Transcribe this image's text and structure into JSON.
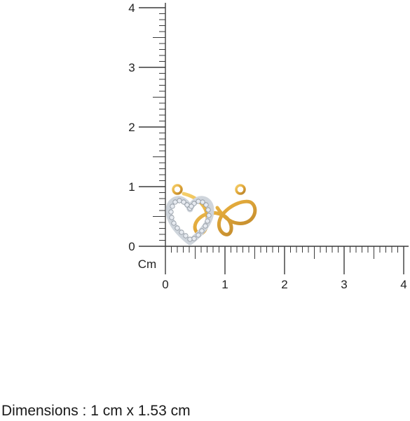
{
  "ruler": {
    "unit_label": "Cm",
    "x_ticks": [
      "0",
      "1",
      "2",
      "3",
      "4"
    ],
    "y_ticks": [
      "0",
      "1",
      "2",
      "3",
      "4"
    ],
    "minor_per_unit": 10
  },
  "product": {
    "name_icon": "heart-infinity-pendant-icon",
    "metal_color": "#E2A93A",
    "stone_color": "#E6EAF0"
  },
  "caption": "Dimensions : 1 cm x 1.53 cm"
}
